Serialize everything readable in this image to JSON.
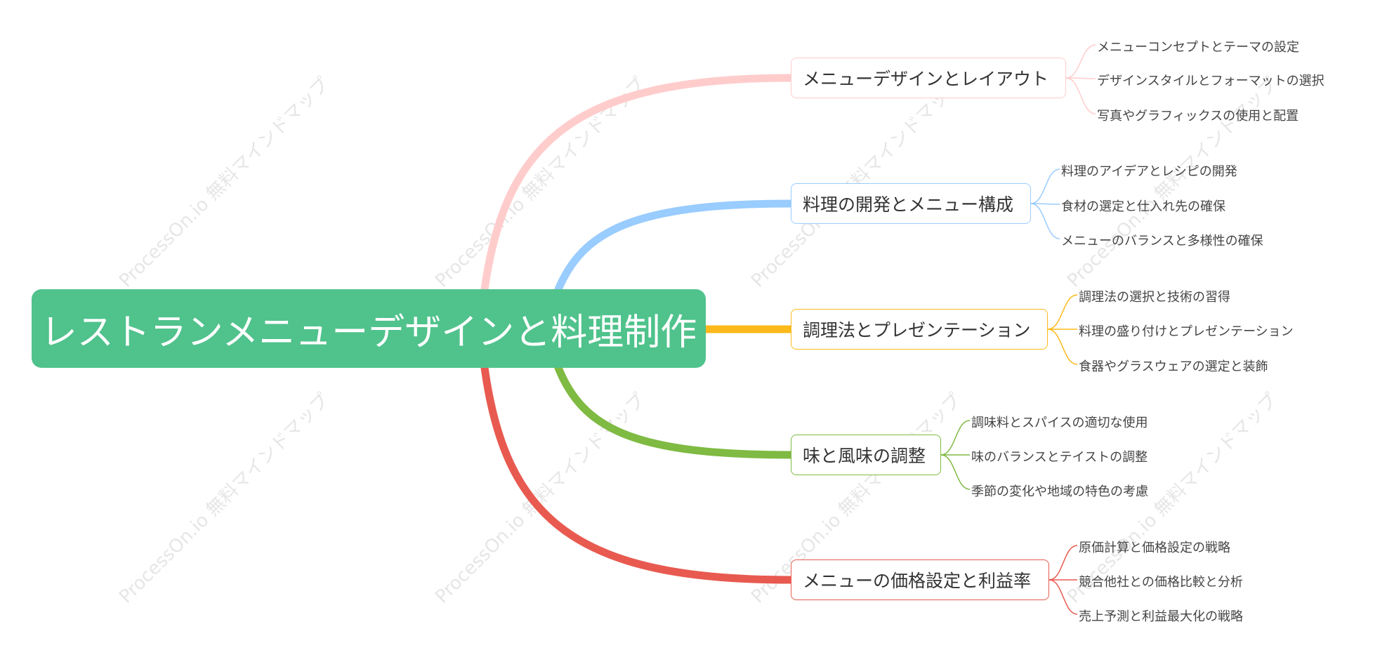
{
  "watermark": "ProcessOn.io 無料マインドマップ",
  "root": {
    "label": "レストランメニューデザインと料理制作",
    "color": "#50c28c"
  },
  "branches": [
    {
      "label": "メニューデザインとレイアウト",
      "color": "#ffcccc",
      "items": [
        "メニューコンセプトとテーマの設定",
        "デザインスタイルとフォーマットの選択",
        "写真やグラフィックスの使用と配置"
      ]
    },
    {
      "label": "料理の開発とメニュー構成",
      "color": "#99ccff",
      "items": [
        "料理のアイデアとレシピの開発",
        "食材の選定と仕入れ先の確保",
        "メニューのバランスと多様性の確保"
      ]
    },
    {
      "label": "調理法とプレゼンテーション",
      "color": "#fbb91b",
      "items": [
        "調理法の選択と技術の習得",
        "料理の盛り付けとプレゼンテーション",
        "食器やグラスウェアの選定と装飾"
      ]
    },
    {
      "label": "味と風味の調整",
      "color": "#7fba42",
      "items": [
        "調味料とスパイスの適切な使用",
        "味のバランスとテイストの調整",
        "季節の変化や地域の特色の考慮"
      ]
    },
    {
      "label": "メニューの価格設定と利益率",
      "color": "#e85a50",
      "items": [
        "原価計算と価格設定の戦略",
        "競合他社との価格比較と分析",
        "売上予測と利益最大化の戦略"
      ]
    }
  ]
}
